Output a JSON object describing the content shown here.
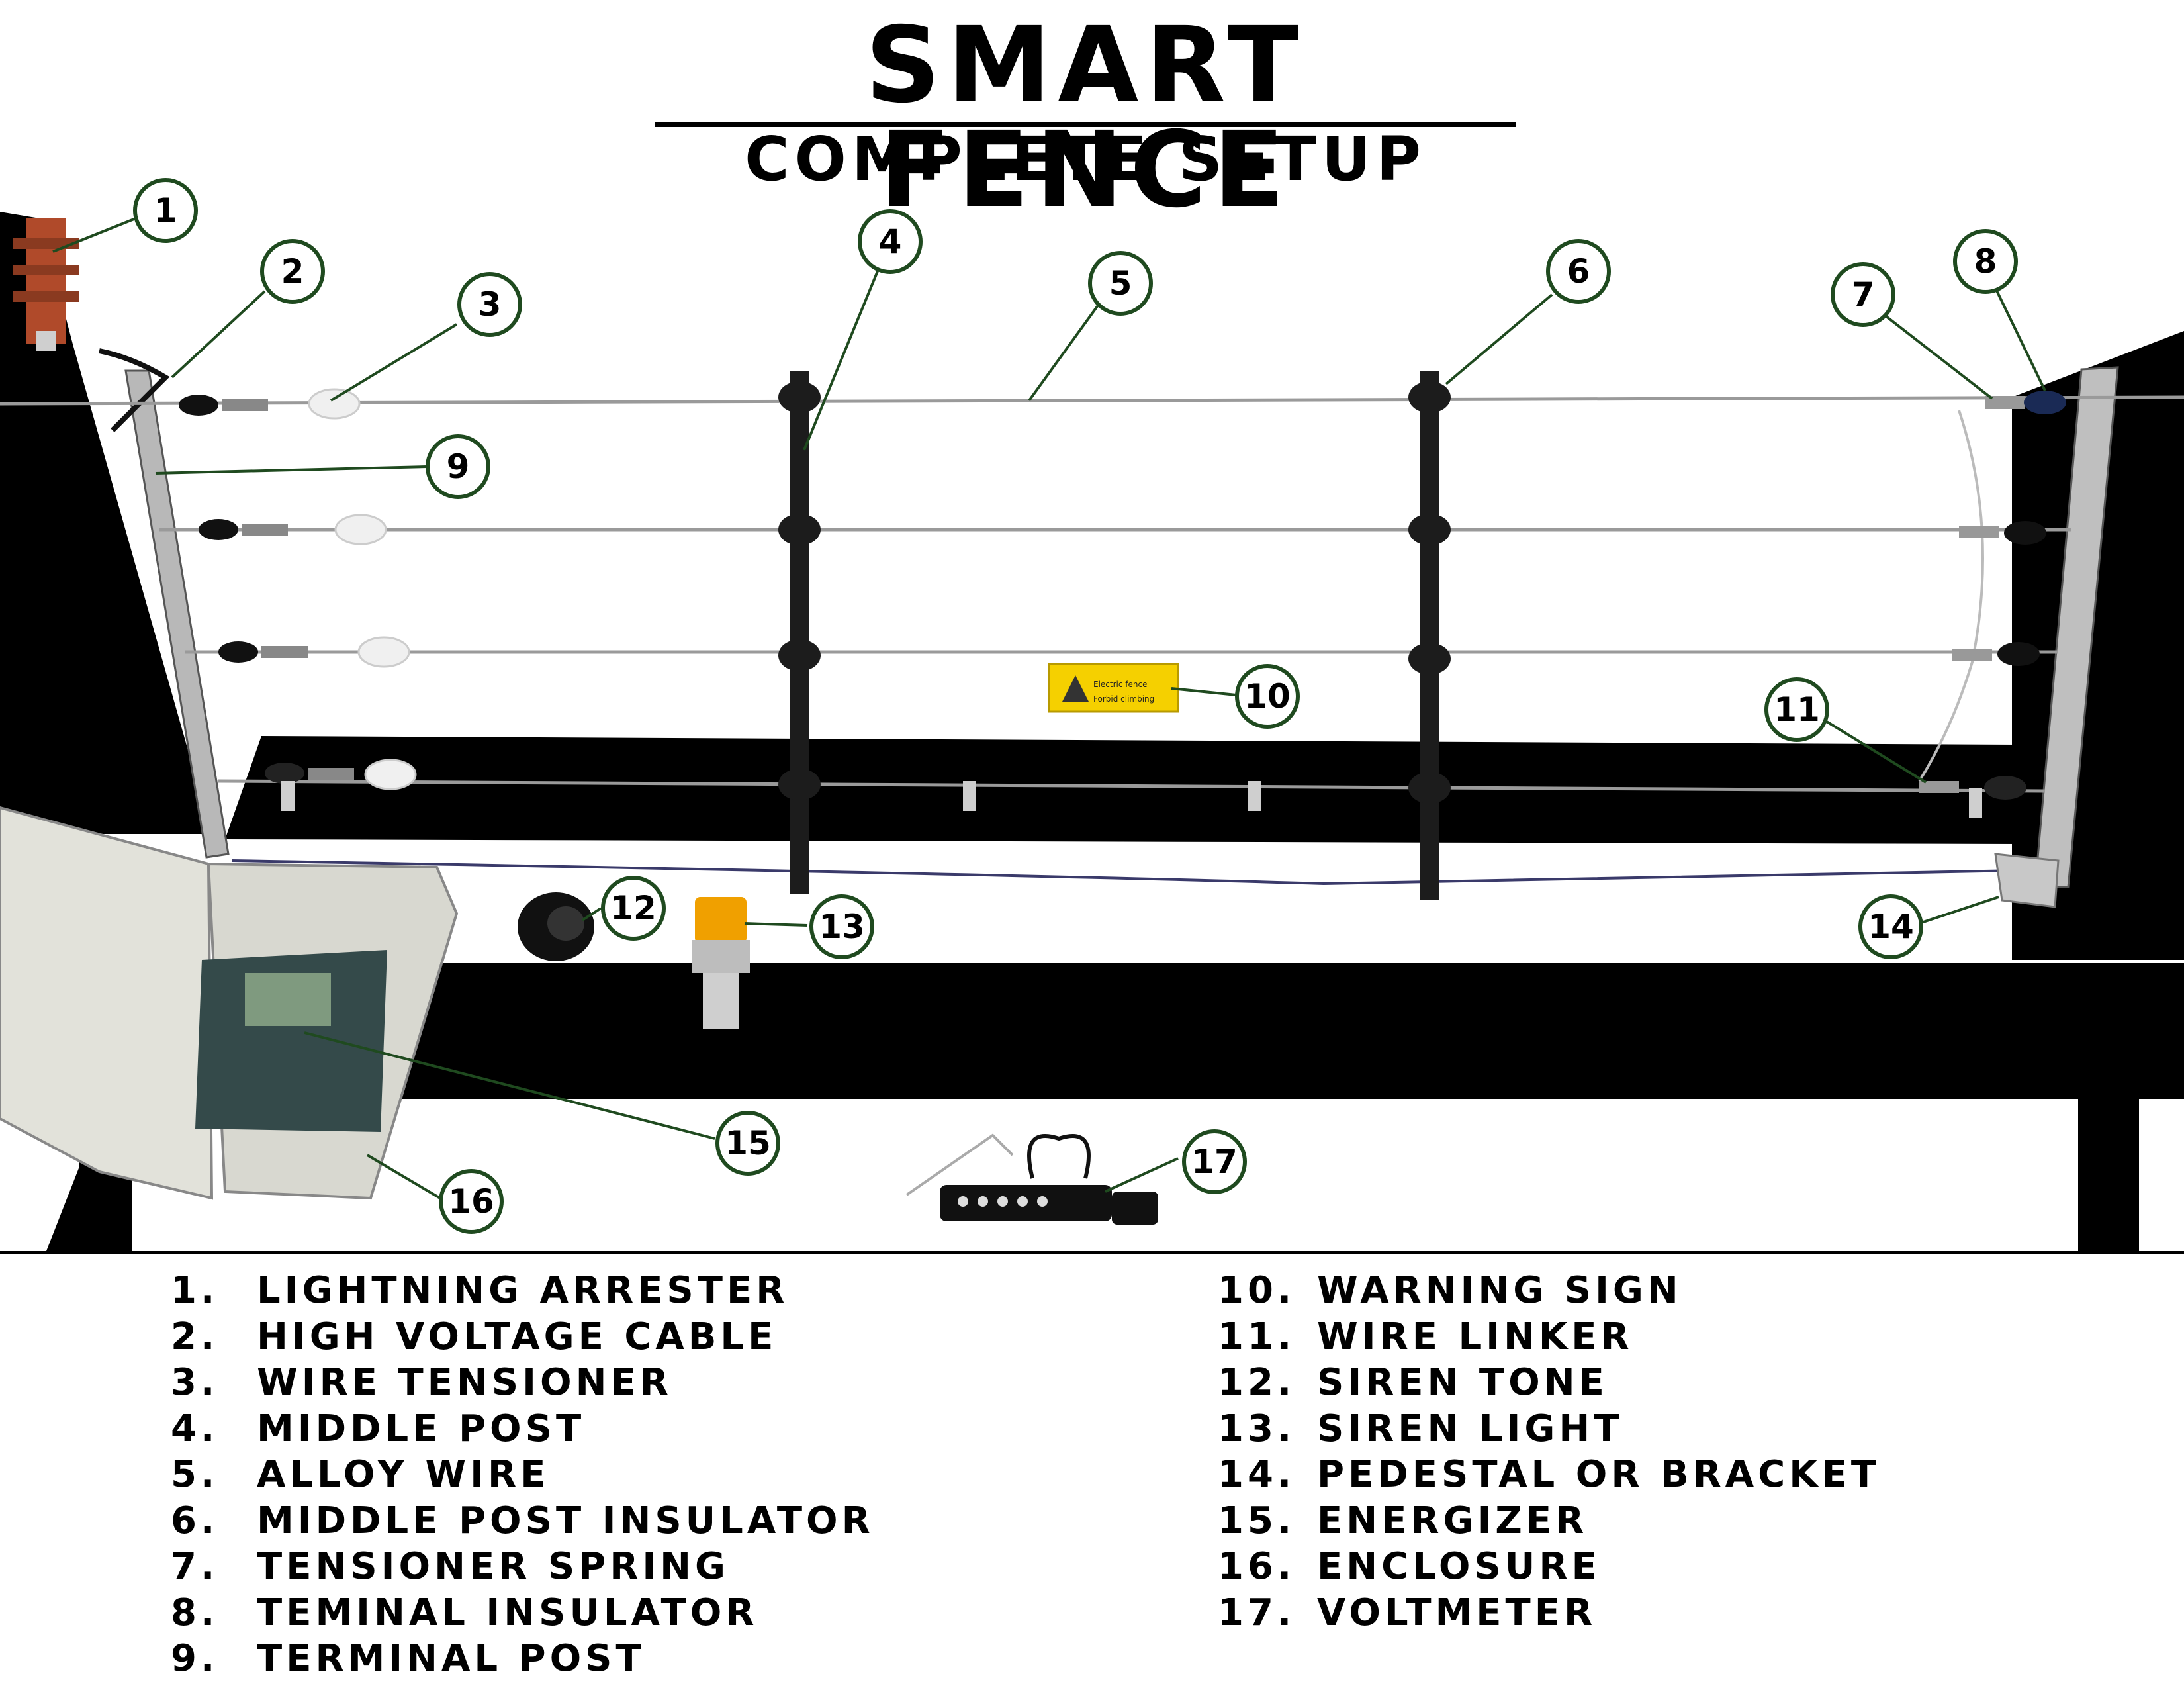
{
  "title": "SMART FENCE",
  "subtitle": "COMPLETE SETUP",
  "warning_sign": {
    "line1": "Electric fence",
    "line2": "Forbid climbing"
  },
  "callouts": [
    "1",
    "2",
    "3",
    "4",
    "5",
    "6",
    "7",
    "8",
    "9",
    "10",
    "11",
    "12",
    "13",
    "14",
    "15",
    "16",
    "17"
  ],
  "legend": [
    {
      "num": "1.",
      "label": "LIGHTNING ARRESTER"
    },
    {
      "num": "2.",
      "label": "HIGH VOLTAGE CABLE"
    },
    {
      "num": "3.",
      "label": "WIRE TENSIONER"
    },
    {
      "num": "4.",
      "label": "MIDDLE POST"
    },
    {
      "num": "5.",
      "label": "ALLOY WIRE"
    },
    {
      "num": "6.",
      "label": "MIDDLE POST INSULATOR"
    },
    {
      "num": "7.",
      "label": "TENSIONER SPRING"
    },
    {
      "num": "8.",
      "label": "TEMINAL INSULATOR"
    },
    {
      "num": "9.",
      "label": "TERMINAL POST"
    },
    {
      "num": "10.",
      "label": "WARNING SIGN"
    },
    {
      "num": "11.",
      "label": "WIRE LINKER"
    },
    {
      "num": "12.",
      "label": "SIREN TONE"
    },
    {
      "num": "13.",
      "label": "SIREN LIGHT"
    },
    {
      "num": "14.",
      "label": "PEDESTAL OR BRACKET"
    },
    {
      "num": "15.",
      "label": "ENERGIZER"
    },
    {
      "num": "16.",
      "label": "ENCLOSURE"
    },
    {
      "num": "17.",
      "label": "VOLTMETER"
    }
  ],
  "colors": {
    "background": "#ffffff",
    "base": "#000000",
    "post": "#1c1c1c",
    "callout_ring": "#1f4a1f",
    "sign": "#f5d000",
    "siren_light": "#f0a000",
    "arrester": "#b04a2a",
    "enclosure": "#d8d8d0"
  }
}
